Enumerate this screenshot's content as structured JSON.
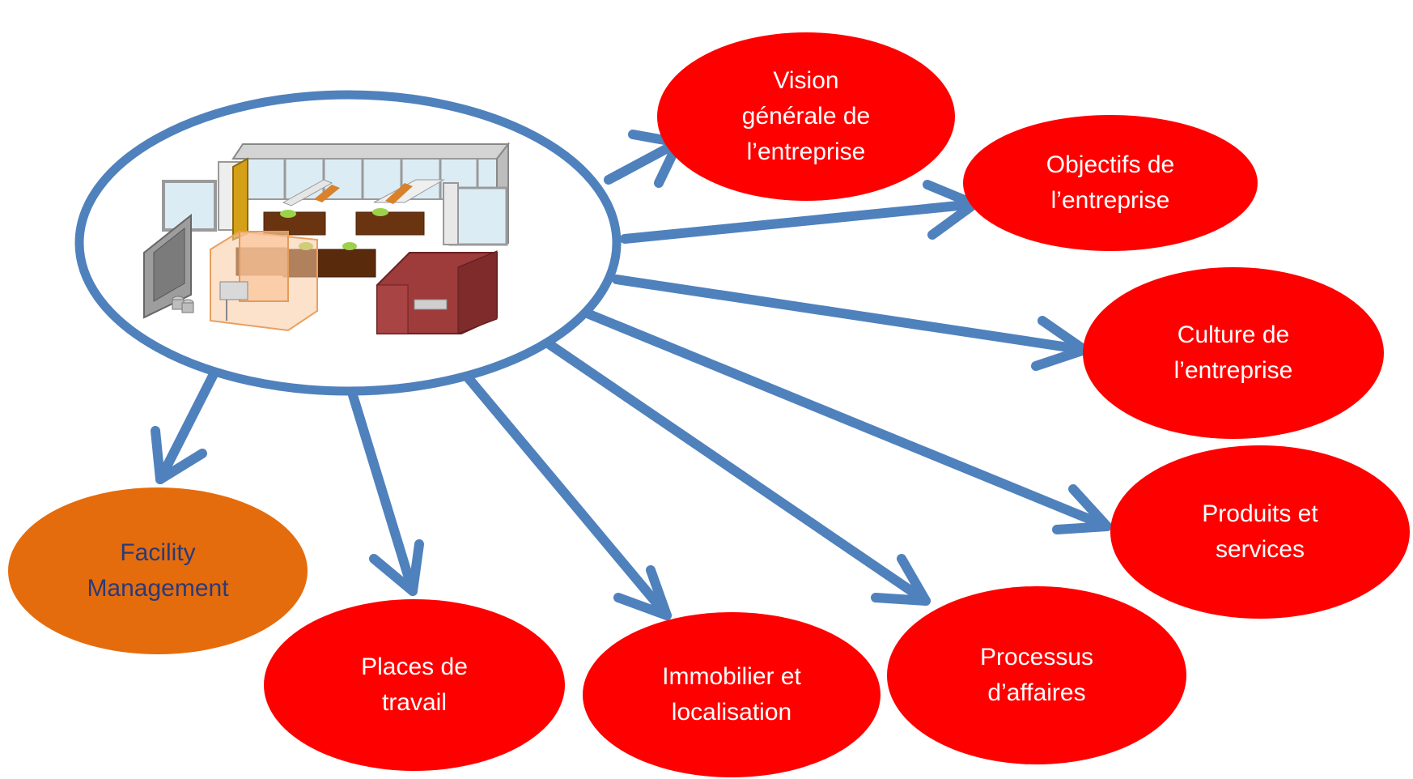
{
  "diagram": {
    "center": {
      "icon": "office-floorplan-3d-icon"
    },
    "nodes": [
      {
        "id": "vision",
        "label": "Vision\ngénérale de\nl’entreprise",
        "fill": "#ff0000",
        "text_color": "#ffffff"
      },
      {
        "id": "objectifs",
        "label": "Objectifs de\nl’entreprise",
        "fill": "#ff0000",
        "text_color": "#ffffff"
      },
      {
        "id": "culture",
        "label": "Culture de\nl’entreprise",
        "fill": "#ff0000",
        "text_color": "#ffffff"
      },
      {
        "id": "produits",
        "label": "Produits et\nservices",
        "fill": "#ff0000",
        "text_color": "#ffffff"
      },
      {
        "id": "processus",
        "label": "Processus\nd’affaires",
        "fill": "#ff0000",
        "text_color": "#ffffff"
      },
      {
        "id": "immobilier",
        "label": "Immobilier et\nlocalisation",
        "fill": "#ff0000",
        "text_color": "#ffffff"
      },
      {
        "id": "places",
        "label": "Places de\ntravail",
        "fill": "#ff0000",
        "text_color": "#ffffff"
      },
      {
        "id": "facility",
        "label": "Facility\nManagement",
        "fill": "#e56c0c",
        "text_color": "#2a3a78"
      }
    ],
    "arrow_color": "#4f81bd",
    "ellipse_stroke": "#4f81bd"
  }
}
